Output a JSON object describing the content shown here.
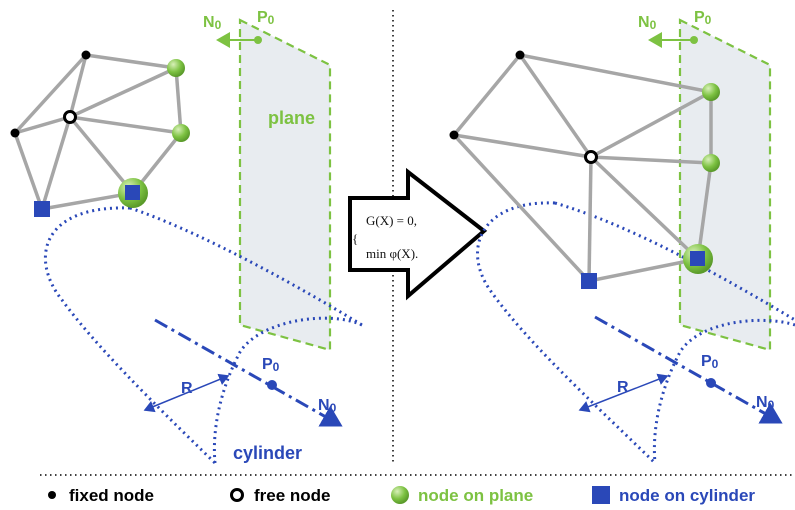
{
  "colors": {
    "edge": "#a6a6a6",
    "plane": "#7dc242",
    "plane_fill": "#e8ecf0",
    "cylinder": "#2a48b8",
    "node_green": "#7dc242",
    "node_blue": "#2a48b8",
    "text_blue": "#2a48b8",
    "text_green": "#7dc242"
  },
  "left_panel": {
    "normal_label": "N",
    "normal_sub": "0",
    "point_label": "P",
    "point_sub": "0",
    "plane_label": "plane",
    "radius_label": "R",
    "cyl_point_label": "P",
    "cyl_point_sub": "0",
    "cyl_normal_label": "N",
    "cyl_normal_sub": "0",
    "cylinder_label": "cylinder"
  },
  "right_panel": {
    "normal_label": "N",
    "normal_sub": "0",
    "point_label": "P",
    "point_sub": "0",
    "radius_label": "R",
    "cyl_point_label": "P",
    "cyl_point_sub": "0",
    "cyl_normal_label": "N",
    "cyl_normal_sub": "0"
  },
  "arrow": {
    "line1": "G(X) = 0,",
    "line2": "min φ(X).",
    "brace": "{"
  },
  "legend": {
    "fixed_node": "fixed node",
    "free_node": "free node",
    "node_on_plane": "node on plane",
    "node_on_cylinder": "node on cylinder"
  }
}
